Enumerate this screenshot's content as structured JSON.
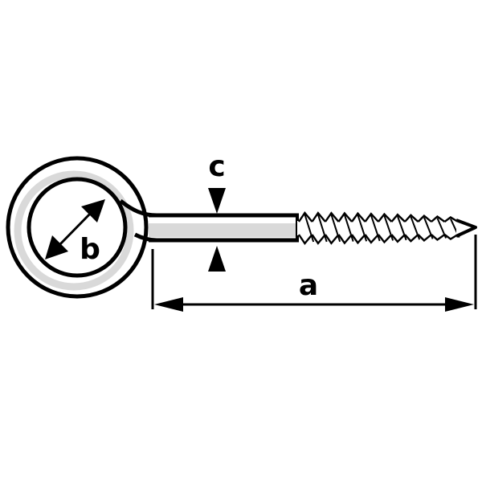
{
  "diagram": {
    "labels": {
      "overall_length": "a",
      "eye_inner_diameter": "b",
      "shank_diameter": "c"
    },
    "colors": {
      "ink": "#000000",
      "shade": "#d9d9d9",
      "background": "#ffffff"
    },
    "thread_count": 12
  }
}
